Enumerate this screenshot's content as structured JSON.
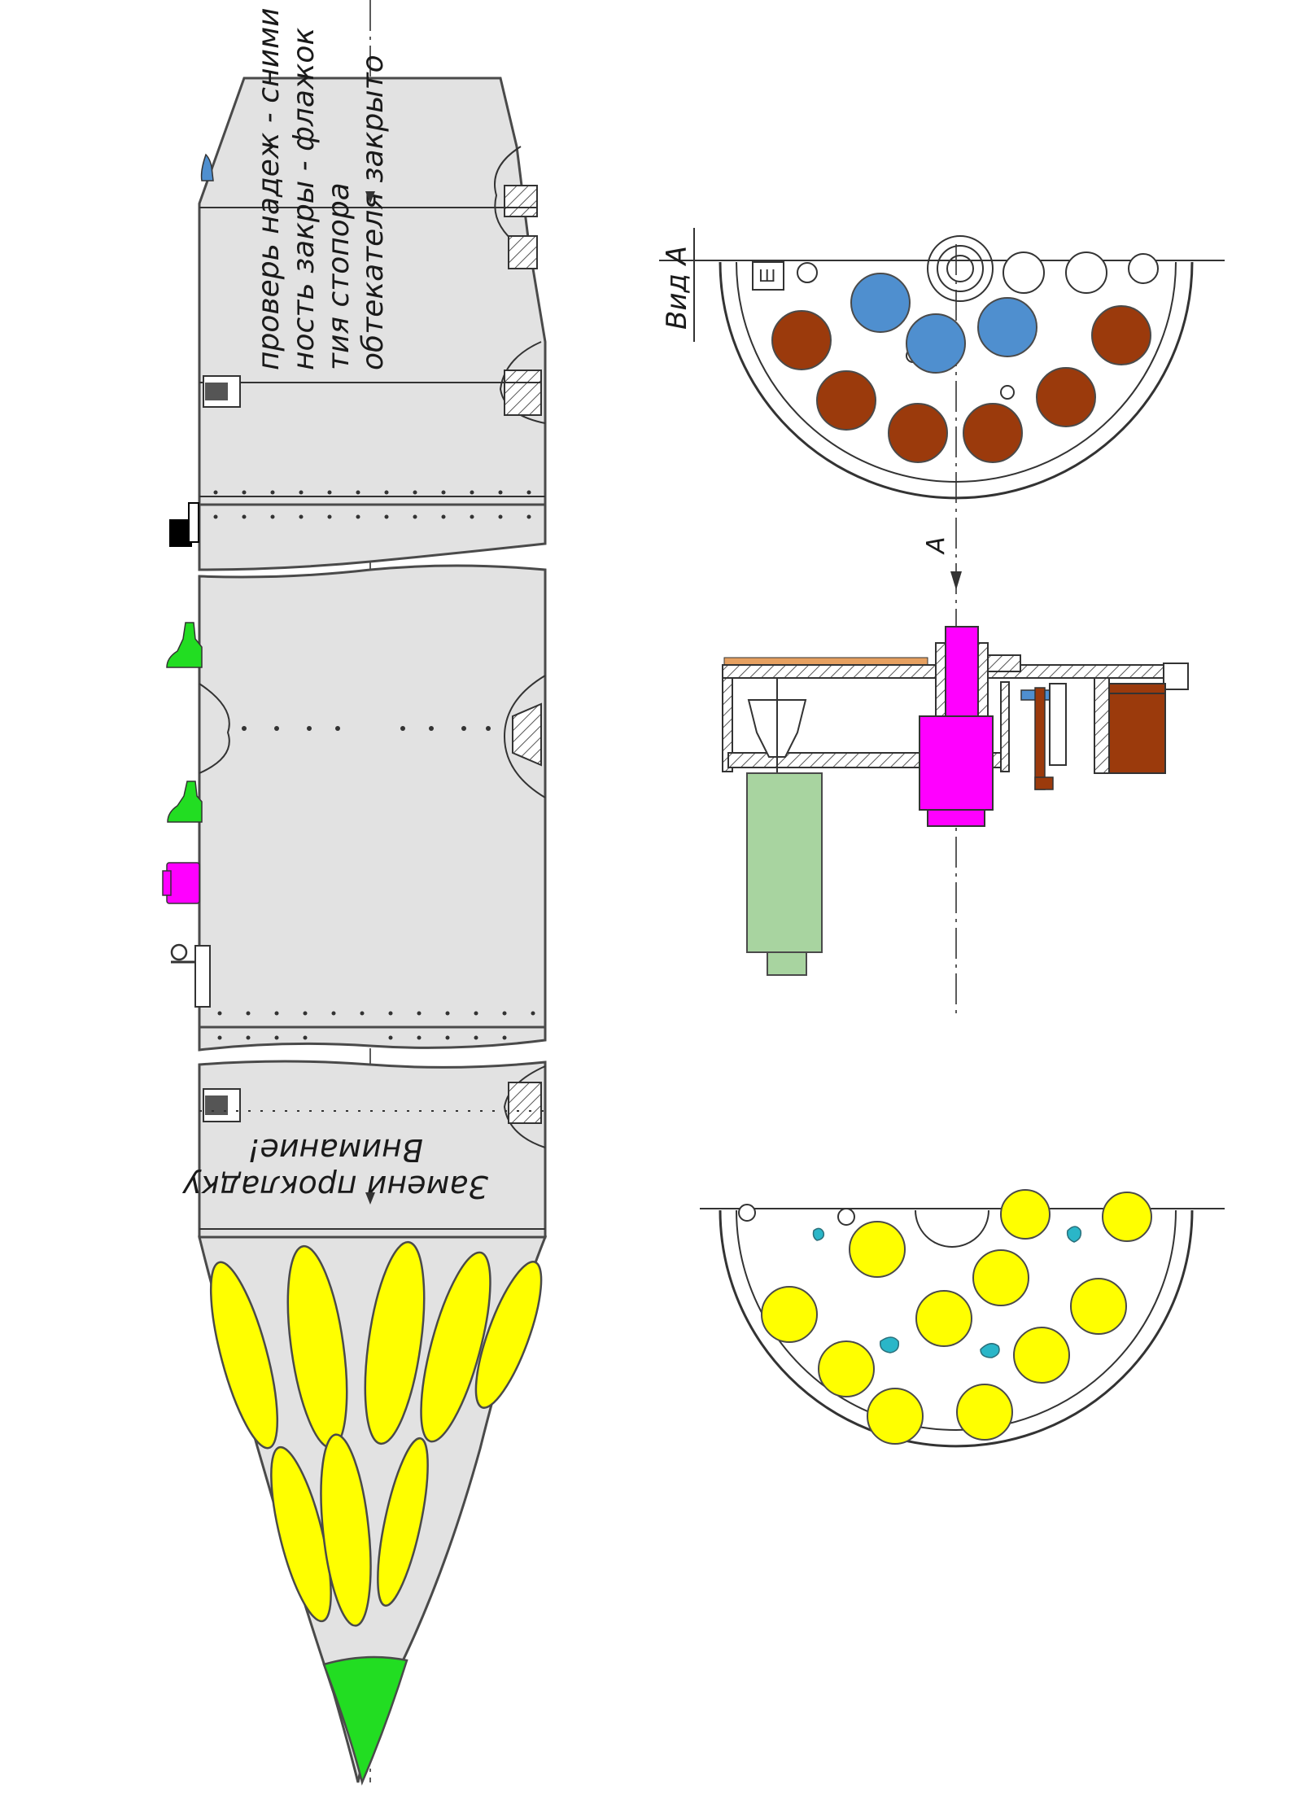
{
  "colors": {
    "body": "#e2e2e2",
    "outline": "#4a4a4a",
    "yellow": "#ffff00",
    "green": "#22dd22",
    "magenta": "#ff00ff",
    "blue": "#4f8fcf",
    "brown": "#9b3a0c",
    "sage": "#a8d4a0",
    "orange": "#e6a060",
    "cyan": "#2ab6c8",
    "black": "#000000"
  },
  "annotations": {
    "top_note": [
      "проверь надеж - сними",
      "ность закры - флажок",
      "тия стопора",
      "обтекателя закрыто"
    ],
    "bottom_note": [
      "Внимание!",
      "Замени прокладку"
    ],
    "view_label": "Вид А",
    "arrow_label": "А",
    "small_mark": "Ш"
  },
  "icons": {
    "blue_knob": "blue-knob-icon",
    "black_bracket": "black-bracket-icon",
    "green_connector": "green-connector-icon",
    "magenta_plug": "magenta-plug-icon",
    "lifting_eye": "lifting-eye-icon"
  }
}
